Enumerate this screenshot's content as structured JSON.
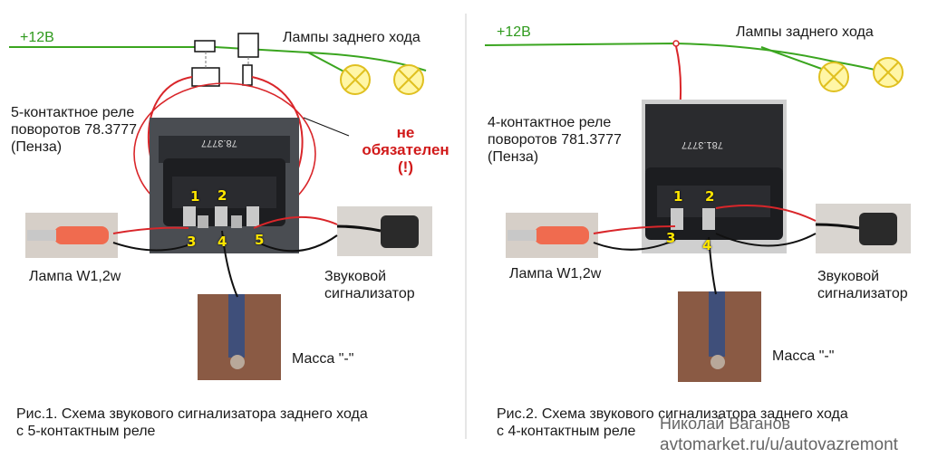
{
  "left": {
    "supply": "+12В",
    "lamps_label": "Лампы заднего хода",
    "relay_label": "5-контактное реле\nповоротов 78.3777\n(Пенза)",
    "optional_note": "не\nобязателен (!)",
    "lamp_label": "Лампа W1,2w",
    "buzzer_label": "Звуковой\nсигнализатор",
    "ground_label": "Масса \"-\"",
    "caption": "Рис.1. Схема звукового сигнализатора заднего хода\nс 5-контактным реле",
    "relay_text": "78.3777",
    "pins": [
      "1",
      "2",
      "3",
      "4",
      "5"
    ]
  },
  "right": {
    "supply": "+12В",
    "lamps_label": "Лампы заднего хода",
    "relay_label": "4-контактное реле\nповоротов 781.3777\n(Пенза)",
    "lamp_label": "Лампа W1,2w",
    "buzzer_label": "Звуковой\nсигнализатор",
    "ground_label": "Масса \"-\"",
    "caption": "Рис.2. Схема звукового сигнализатора заднего хода\nс 4-контактным реле",
    "relay_text": "781.3777",
    "pins": [
      "1",
      "2",
      "3",
      "4"
    ]
  },
  "watermark": {
    "author": "Николай Ваганов",
    "site": "avtomarket.ru/u/autovazremont"
  },
  "colors": {
    "wire_green": "#3aa51f",
    "wire_red": "#d9262a",
    "wire_black": "#111111",
    "lamp_fill": "#fff6a6",
    "lamp_stroke": "#e0c020"
  }
}
